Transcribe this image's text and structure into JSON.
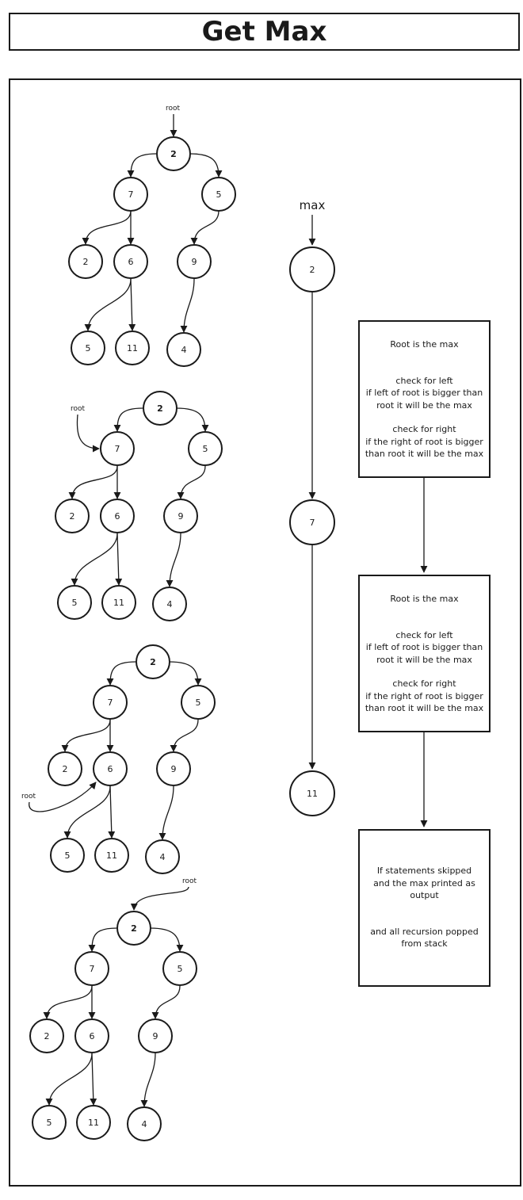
{
  "title": "Get Max",
  "root_label": "root",
  "max_label": "max",
  "trees": [
    {
      "nodes": [
        "2",
        "7",
        "5",
        "2",
        "6",
        "9",
        "5",
        "11",
        "4"
      ]
    },
    {
      "nodes": [
        "2",
        "7",
        "5",
        "2",
        "6",
        "9",
        "5",
        "11",
        "4"
      ]
    },
    {
      "nodes": [
        "2",
        "7",
        "5",
        "2",
        "6",
        "9",
        "5",
        "11",
        "4"
      ]
    },
    {
      "nodes": [
        "2",
        "7",
        "5",
        "2",
        "6",
        "9",
        "5",
        "11",
        "4"
      ]
    }
  ],
  "max_chain": [
    "2",
    "7",
    "11"
  ],
  "notes": [
    {
      "line1": "Root is the max",
      "line2": "check for left",
      "line3": "if left of root is bigger than",
      "line4": "root it will be the max",
      "line5": "check for right",
      "line6": "if the right of root is bigger",
      "line7": "than root it will be the max"
    },
    {
      "line1": "Root is the max",
      "line2": "check for left",
      "line3": "if left of root is bigger than",
      "line4": "root it will be the max",
      "line5": "check for right",
      "line6": "if the right of root is bigger",
      "line7": "than root it will be the max"
    },
    {
      "line1": "If statements  skipped",
      "line2": "and the max printed as",
      "line3": "output",
      "line4": "and all recursion popped",
      "line5": "from stack"
    }
  ],
  "colors": {
    "stroke": "#1a1a1a",
    "background": "#ffffff"
  }
}
